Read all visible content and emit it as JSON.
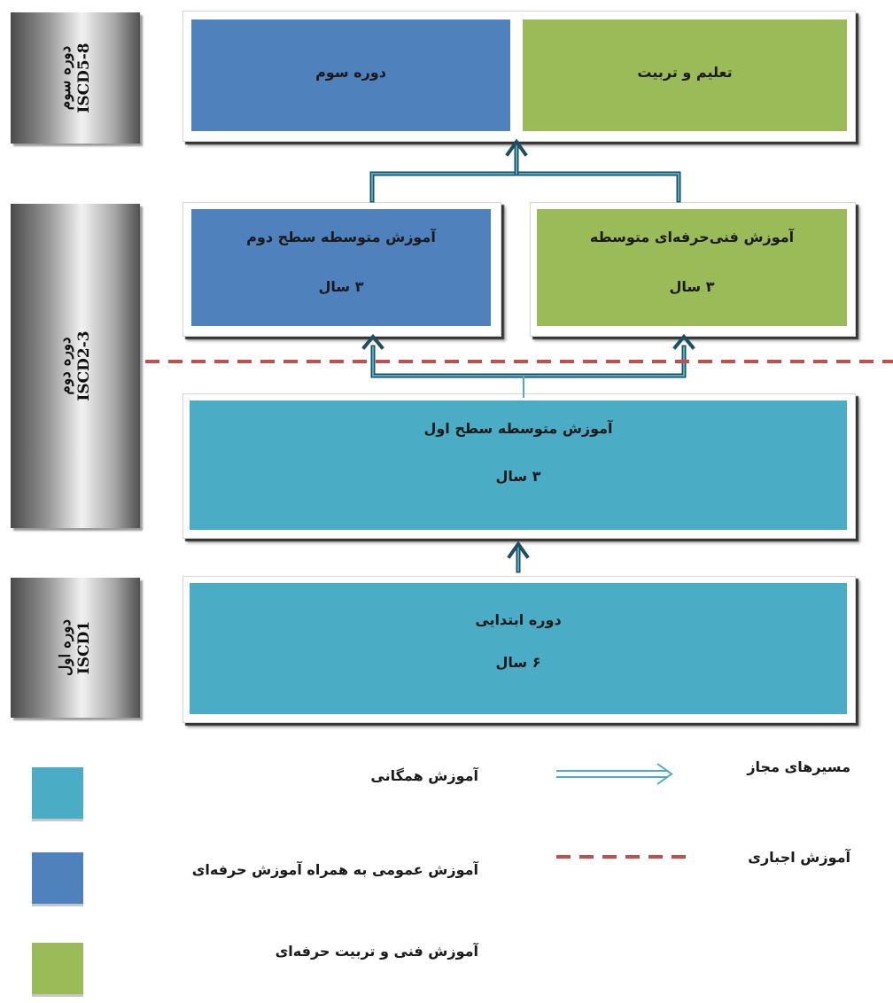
{
  "stages": {
    "third": {
      "line1": "دوره سوم",
      "line2": "ISCD5-8"
    },
    "second": {
      "line1": "دوره دوم",
      "line2": "ISCD2-3"
    },
    "first": {
      "line1": "دوره اول",
      "line2": "ISCD1"
    }
  },
  "boxes": {
    "third_period": {
      "title": "دوره سوم"
    },
    "training": {
      "title": "تعلیم و تربیت"
    },
    "upper_secondary": {
      "title": "آموزش متوسطه سطح دوم",
      "duration": "۳ سال"
    },
    "vocational_secondary": {
      "title": "آموزش فنی‌حرفه‌ای متوسطه",
      "duration": "۳ سال"
    },
    "lower_secondary": {
      "title": "آموزش متوسطه سطح اول",
      "duration": "۳ سال"
    },
    "primary": {
      "title": "دوره ابتدایی",
      "duration": "۶ سال"
    }
  },
  "legend": {
    "general": "آموزش همگانی",
    "general_with_vocational": "آموزش عمومی به همراه آموزش حرفه‌ای",
    "technical_vocational": "آموزش فنی و تربیت حرفه‌ای",
    "allowed_paths": "مسیرهای مجاز",
    "compulsory": "آموزش اجباری"
  },
  "colors": {
    "teal": "#4bacc6",
    "blue": "#4f81bd",
    "green": "#9bbb59",
    "arrow": "#4bacc6",
    "arrow_dark": "#1f4e5f",
    "compulsory_line": "#c0504d"
  }
}
